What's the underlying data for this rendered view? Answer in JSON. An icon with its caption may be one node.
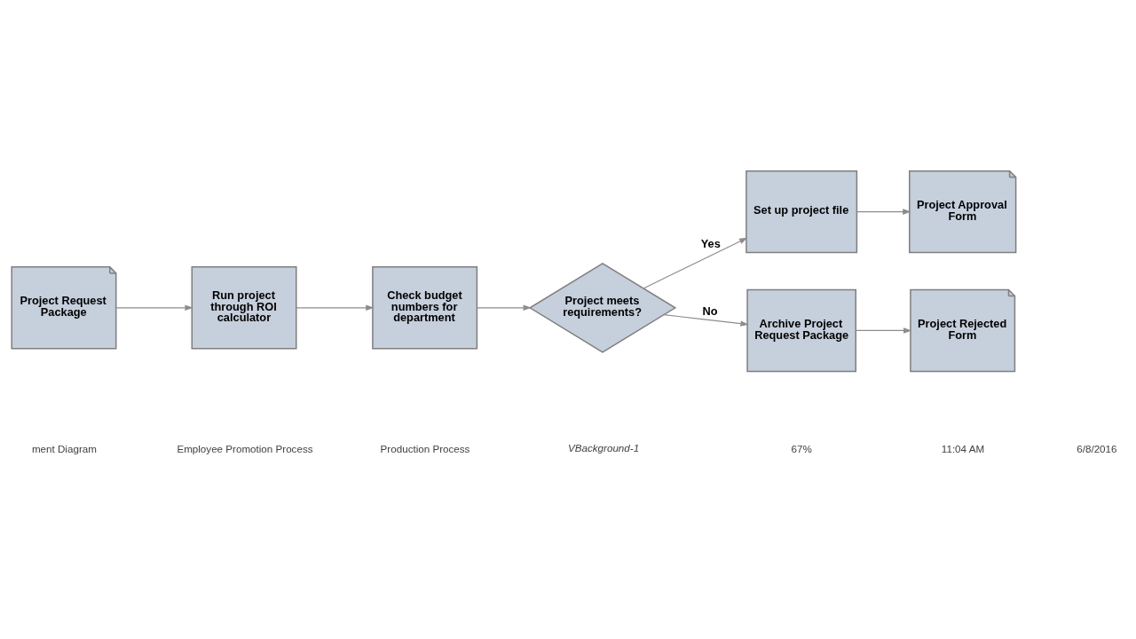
{
  "diagram": {
    "nodes": [
      {
        "text": [
          "Project Request Package"
        ]
      },
      {
        "text": [
          "Run project through ROI calculator"
        ]
      },
      {
        "text": [
          "Check budget numbers for department"
        ]
      },
      {
        "text": [
          "Project meets requirements?"
        ]
      },
      {
        "text": [
          "Set up project file"
        ]
      },
      {
        "text": [
          "Project Approval Form"
        ]
      },
      {
        "text": [
          "Archive Project Request Package"
        ]
      },
      {
        "text": [
          "Project Rejected Form"
        ]
      }
    ],
    "edges": [
      {
        "from": 0,
        "to": 1,
        "arrow": "to"
      },
      {
        "from": 1,
        "to": 2,
        "arrow": "to"
      },
      {
        "from": 2,
        "to": 3,
        "arrow": "to"
      },
      {
        "from": 3,
        "to": 4,
        "arrow": "to",
        "label": "Yes"
      },
      {
        "from": 4,
        "to": 5,
        "arrow": "to"
      },
      {
        "from": 3,
        "to": 6,
        "arrow": "to",
        "label": "No"
      },
      {
        "from": 6,
        "to": 7,
        "arrow": "to"
      }
    ],
    "labels": [
      "ment Diagram",
      "Employee Promotion Process",
      "Production Process",
      "VBackground-1",
      "67%",
      "11:04 AM",
      "6/8/2016"
    ]
  }
}
